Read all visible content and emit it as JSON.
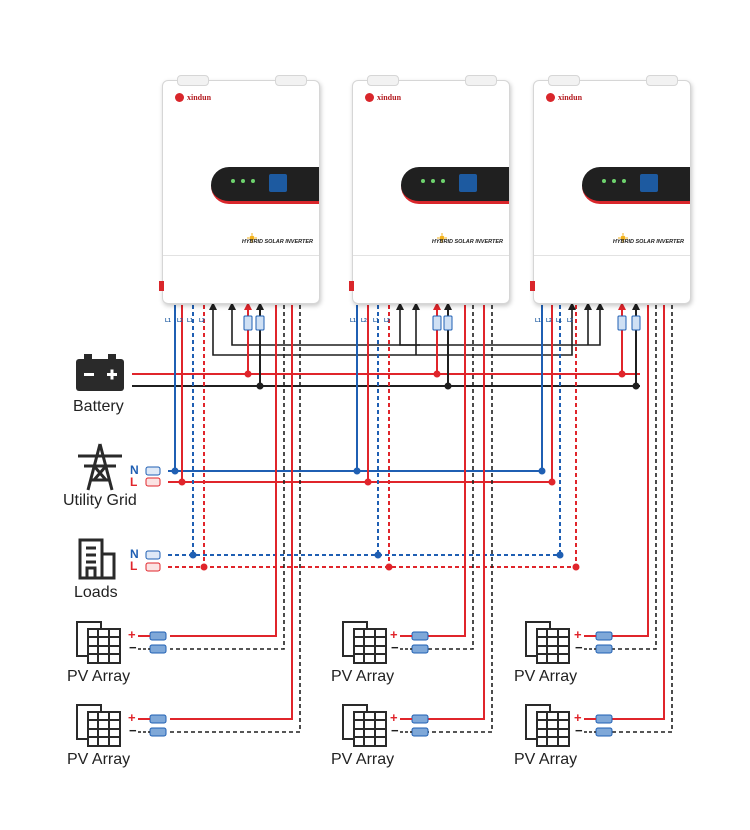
{
  "inverters": [
    {
      "brand": "xindun",
      "product_label": "HYBRID SOLAR INVERTER"
    },
    {
      "brand": "xindun",
      "product_label": "HYBRID SOLAR INVERTER"
    },
    {
      "brand": "xindun",
      "product_label": "HYBRID SOLAR INVERTER"
    }
  ],
  "terminal_labels": {
    "l1": "L1",
    "l2": "L2"
  },
  "legend": {
    "battery": "Battery",
    "grid": "Utility Grid",
    "loads": "Loads",
    "pv_array": "PV Array"
  },
  "line_markers": {
    "neutral": "N",
    "live": "L",
    "plus": "+",
    "minus": "−"
  },
  "colors": {
    "live": "#e0252b",
    "neutral": "#1f5fb3",
    "negative": "#1f1f1f",
    "panel_red": "#d9262b"
  },
  "icons": [
    "battery-icon",
    "transmission-tower-icon",
    "building-icon",
    "solar-panel-icon"
  ]
}
